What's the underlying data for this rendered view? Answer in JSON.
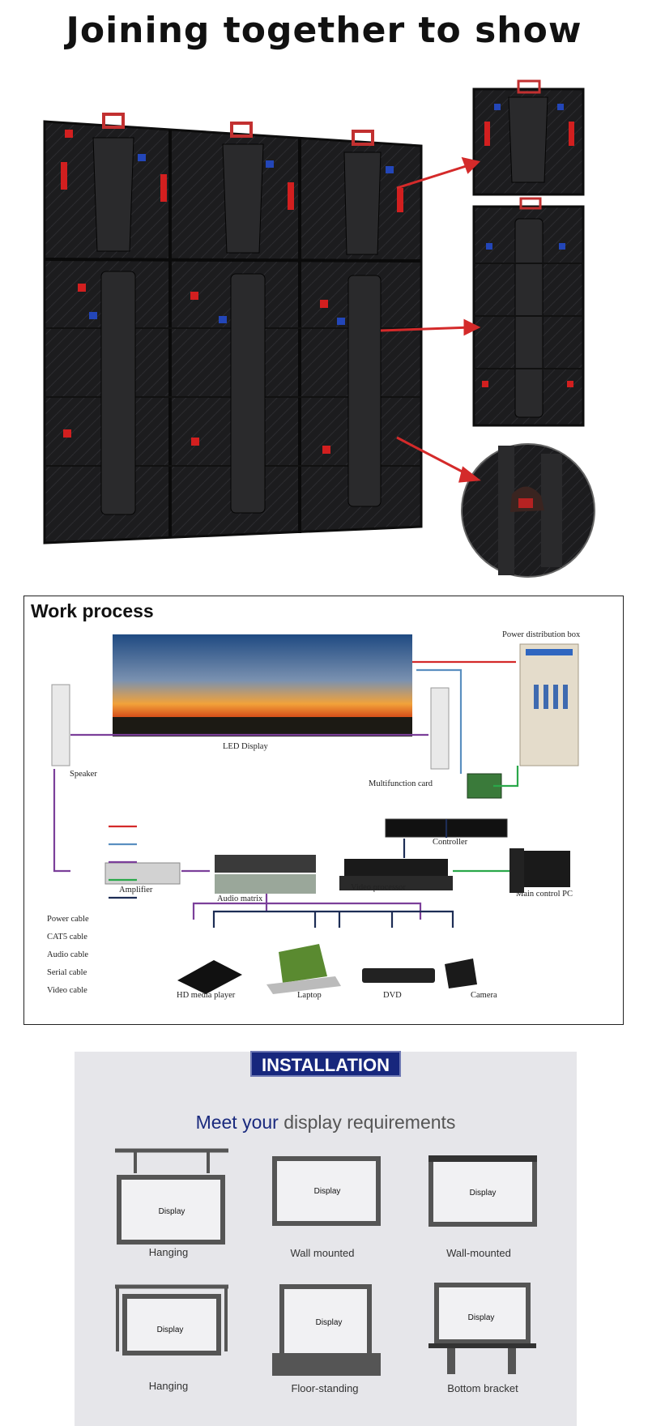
{
  "header": {
    "title": "Joining together to show"
  },
  "work_process": {
    "title": "Work process",
    "led_display_label": "LED Display",
    "power_box_label": "Power distribution box",
    "speaker_label": "Speaker",
    "multifunction_label": "Multifunction card",
    "controller_label": "Controller",
    "amplifier_label": "Amplifier",
    "audio_matrix_label": "Audio  matrix",
    "video_processor_label": "Video processor",
    "main_pc_label": "Main control PC",
    "sources": [
      "HD media player",
      "Laptop",
      "DVD",
      "Camera"
    ],
    "legend": [
      {
        "label": "Power cable",
        "color": "#d42a2a"
      },
      {
        "label": "CAT5 cable",
        "color": "#5a8fc0"
      },
      {
        "label": "Audio cable",
        "color": "#7b3f9a"
      },
      {
        "label": "Serial cable",
        "color": "#2aa84a"
      },
      {
        "label": "Video cable",
        "color": "#1d2d55"
      }
    ]
  },
  "installation": {
    "badge": "INSTALLATION",
    "subtitle_accent": "Meet your",
    "subtitle_rest": " display requirements",
    "display_text": "Display",
    "methods": [
      "Hanging",
      "Wall mounted",
      "Wall-mounted",
      "Hanging",
      "Floor-standing",
      "Bottom bracket"
    ]
  }
}
